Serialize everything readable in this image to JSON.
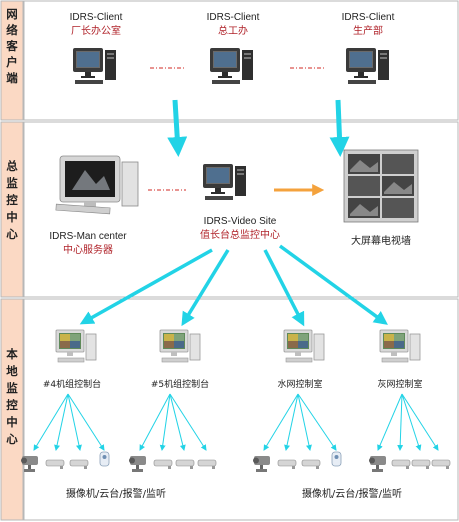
{
  "sections": [
    {
      "id": "client",
      "label": "网络客户端"
    },
    {
      "id": "center",
      "label": "总监控中心"
    },
    {
      "id": "local",
      "label": "本地监控中心"
    }
  ],
  "clients": [
    {
      "title": "IDRS-Client",
      "name": "厂长办公室"
    },
    {
      "title": "IDRS-Client",
      "name": "总工办"
    },
    {
      "title": "IDRS-Client",
      "name": "生产部"
    }
  ],
  "center": {
    "server_title": "IDRS-Man center",
    "server_name": "中心服务器",
    "video_title": "IDRS-Video Site",
    "video_name": "值长台总监控中心",
    "wall_label": "大屏幕电视墙"
  },
  "local_stations": [
    {
      "name": "#4机组控制台"
    },
    {
      "name": "#5机组控制台"
    },
    {
      "name": "水网控制室"
    },
    {
      "name": "灰网控制室"
    }
  ],
  "device_groups": [
    {
      "label": "摄像机/云台/报警/监听"
    },
    {
      "label": "摄像机/云台/报警/监听"
    }
  ],
  "colors": {
    "section_fill": "#fbd9c4",
    "section_border": "#b7b7b7",
    "arrow_cyan": "#22d3e6",
    "arrow_orange": "#f4a23c",
    "red_text": "#b0232a",
    "dash": "#d9544f"
  }
}
